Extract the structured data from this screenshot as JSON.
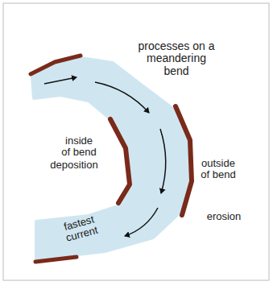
{
  "diagram": {
    "title": "processes on a meandering bend",
    "labels": [
      "inside of bend",
      "deposition",
      "outside of bend",
      "erosion",
      "fastest current"
    ]
  }
}
